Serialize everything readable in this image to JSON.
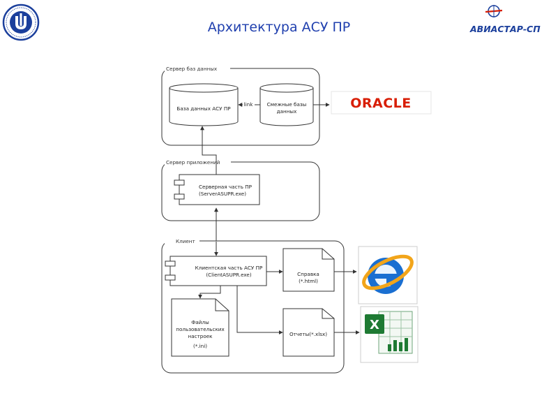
{
  "header": {
    "title": "Архитектура АСУ ПР",
    "company_logo_text": "АВИАСТАР-СП"
  },
  "colors": {
    "title": "#1f3fae",
    "university_logo": "#1b3f9c",
    "aviastar_blue": "#1b3f9c",
    "aviastar_red": "#d81e05",
    "oracle_red": "#d81e05",
    "excel_green": "#1e7a33",
    "ie_blue": "#1a6fd1",
    "ie_orange": "#f2a51a"
  },
  "diagram": {
    "groups": {
      "db_server": "Сервер баз данных",
      "app_server": "Сервер приложений",
      "client": "Клиент"
    },
    "nodes": {
      "main_db": "База данных АСУ ПР",
      "related_db_line1": "Смежные базы",
      "related_db_line2": "данных",
      "server_part_line1": "Серверная часть ПР",
      "server_part_line2": "(ServerASUPR.exe)",
      "client_part_line1": "Клиентская часть АСУ ПР",
      "client_part_line2": "(ClientASUPR.exe)",
      "help_line1": "Справка",
      "help_line2": "(*.html)",
      "settings_line1": "Файлы",
      "settings_line2": "пользовательских",
      "settings_line3": "настроек",
      "settings_line4": "(*.ini)",
      "reports": "Отчеты(*.xlsx)"
    },
    "link_label": "link"
  },
  "logos": {
    "oracle": "ORACLE",
    "excel_letter": "X",
    "ie_letter": "e"
  },
  "icons": [
    "university-logo-icon",
    "aviastar-logo-icon",
    "oracle-logo-icon",
    "internet-explorer-icon",
    "excel-icon"
  ]
}
